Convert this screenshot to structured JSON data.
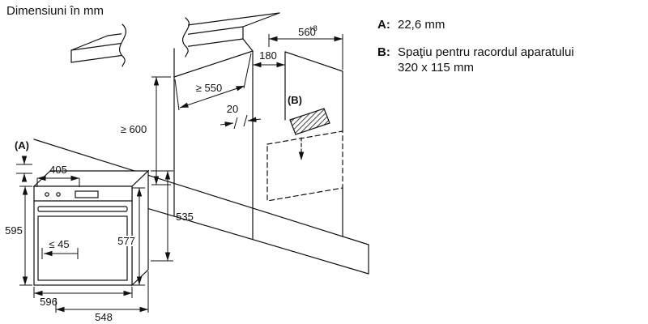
{
  "title": "Dimensiuni în mm",
  "legend": {
    "a_key": "A:",
    "a_value": "22,6 mm",
    "b_key": "B:",
    "b_value_line1": "Spaţiu pentru racordul aparatului",
    "b_value_line2": "320 x 115 mm"
  },
  "niche": {
    "depth_top": "560",
    "depth_top_tolerance": "+8",
    "panel_width": "180",
    "min_depth": "≥ 550",
    "min_height": "≥ 600",
    "gap": "20",
    "vent_label": "(B)"
  },
  "oven": {
    "overlap_label": "(A)",
    "top_depth": "405",
    "height": "595",
    "handle_depth": "≤ 45",
    "door_height": "577",
    "body_height": "535",
    "width": "596",
    "body_depth": "548"
  },
  "colors": {
    "line": "#111111",
    "background": "#ffffff"
  }
}
